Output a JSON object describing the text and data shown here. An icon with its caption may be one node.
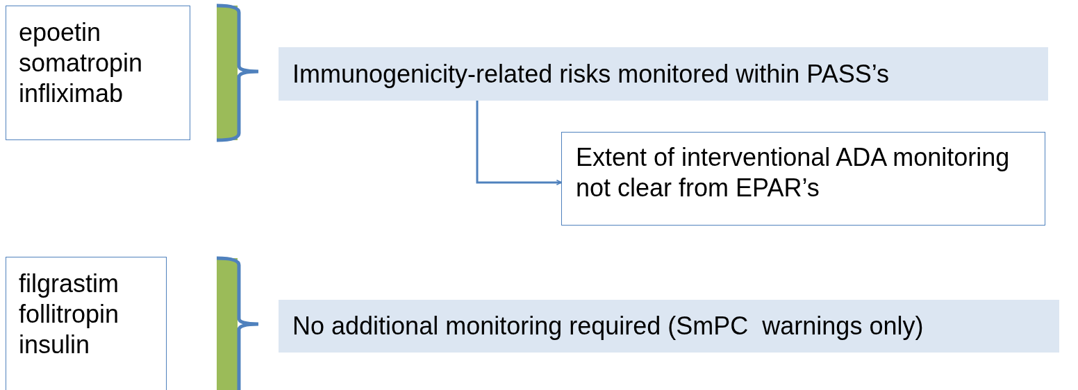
{
  "diagram": {
    "nodes": [
      {
        "text": [
          "epoetin somatropin infliximab"
        ]
      },
      {
        "text": [
          "Immunogenicity-related risks monitored within PASS’s"
        ]
      },
      {
        "text": [
          "Extent of interventional ADA monitoring not clear from EPAR’s"
        ]
      },
      {
        "text": [
          "filgrastim follitropin insulin"
        ]
      },
      {
        "text": [
          "No additional monitoring required (SmPC  warnings only)"
        ]
      }
    ],
    "edges": [
      {
        "from": 1,
        "to": 2,
        "arrow": "to"
      }
    ]
  }
}
